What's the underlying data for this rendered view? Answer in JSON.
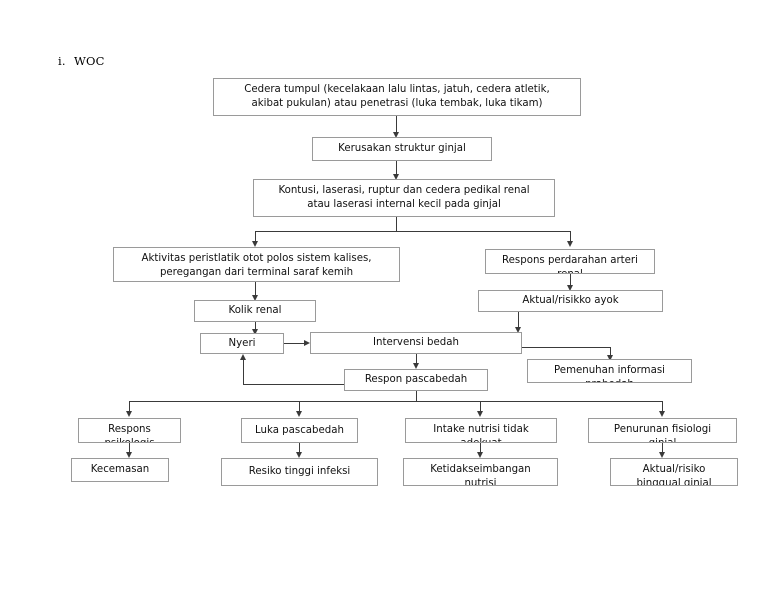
{
  "document": {
    "heading_marker": "i.",
    "heading_text": "WOC"
  },
  "diagram": {
    "type": "flowchart",
    "title": "WOC",
    "nodes": [
      {
        "id": "trauma",
        "line1": "Cedera tumpul (kecelakaan lalu lintas, jatuh, cedera atletik,",
        "line2": "akibat pukulan) atau penetrasi (luka tembak, luka tikam)"
      },
      {
        "id": "kerusakan",
        "line1": "Kerusakan struktur ginjal",
        "line2": ""
      },
      {
        "id": "kontusi",
        "line1": "Kontusi, laserasi, ruptur dan cedera pedikal renal",
        "line2": "atau laserasi internal kecil pada ginjal"
      },
      {
        "id": "aktivitas",
        "line1": "Aktivitas peristlatik otot polos sistem kalises,",
        "line2": "peregangan dari terminal saraf kemih"
      },
      {
        "id": "respons-perdarahan",
        "line1": "Respons perdarahan arteri",
        "line2": "renal"
      },
      {
        "id": "kolik-renal",
        "line1": "Kolik renal",
        "line2": ""
      },
      {
        "id": "aktual-syok",
        "line1": "Aktual/risikko ayok",
        "line2": ""
      },
      {
        "id": "nyeri",
        "line1": "Nyeri",
        "line2": ""
      },
      {
        "id": "intervensi-bedah",
        "line1": "Intervensi bedah",
        "line2": ""
      },
      {
        "id": "pemenuhan-informasi",
        "line1": "Pemenuhan informasi",
        "line2": "prabedah"
      },
      {
        "id": "respon-pascabedah",
        "line1": "Respon pascabedah",
        "line2": ""
      },
      {
        "id": "respons",
        "line1": "Respons",
        "line2": "psikologis"
      },
      {
        "id": "luka-pascabedah",
        "line1": "Luka pascabedah",
        "line2": ""
      },
      {
        "id": "intake-nutrisi",
        "line1": "Intake nutrisi tidak",
        "line2": "adekuat"
      },
      {
        "id": "penurunan-fisiologi",
        "line1": "Penurunan fisiologi",
        "line2": "ginjal"
      },
      {
        "id": "kecemasan",
        "line1": "Kecemasan",
        "line2": ""
      },
      {
        "id": "resiko-infeksi",
        "line1": "Resiko tinggi infeksi",
        "line2": ""
      },
      {
        "id": "ketidakseimbangan",
        "line1": "Ketidakseimbangan",
        "line2": "nutrisi"
      },
      {
        "id": "aktual-risiko-ginjal",
        "line1": "Aktual/risiko",
        "line2": "binggual ginjal"
      }
    ]
  }
}
